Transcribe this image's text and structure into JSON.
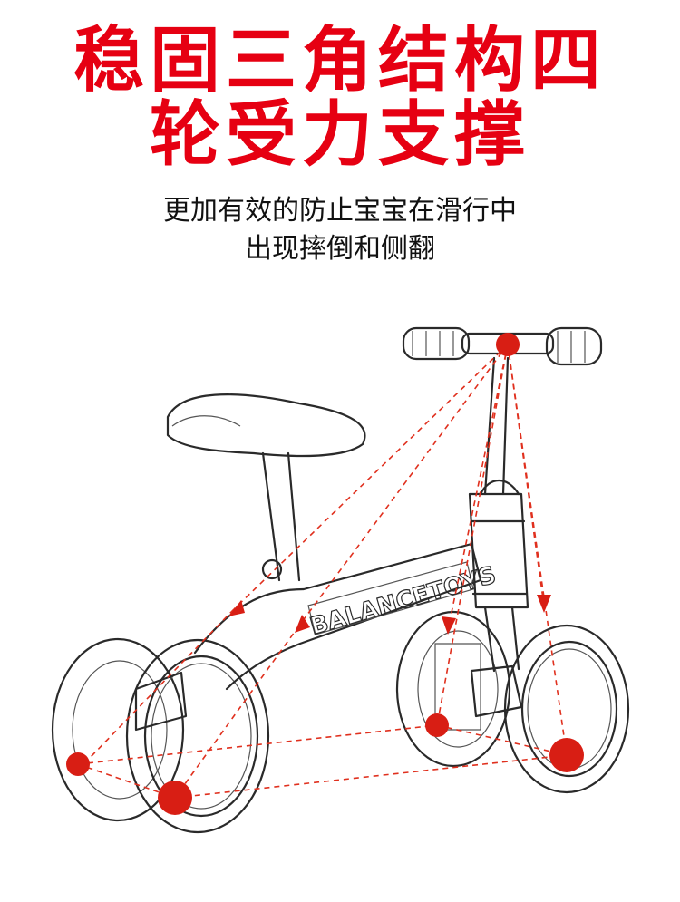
{
  "headline": {
    "line1": "稳固三角结构四",
    "line2": "轮受力支撑"
  },
  "subtitle": {
    "line1": "更加有效的防止宝宝在滑行中",
    "line2": "出现摔倒和侧翻"
  },
  "illustration": {
    "frame_text": "BALANCETOYS",
    "accent_color": "#e60012",
    "force_point_color": "#d81e14",
    "line_color": "#2a2a2a"
  }
}
